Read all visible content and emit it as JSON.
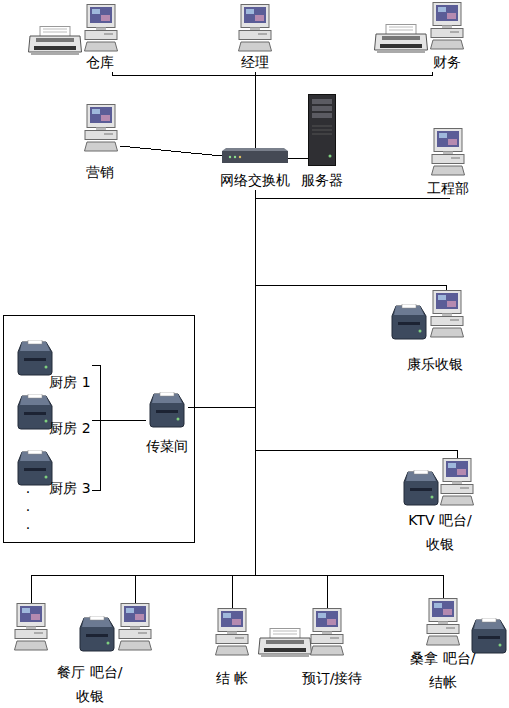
{
  "diagram": {
    "nodes": [
      {
        "text": [
          "仓库"
        ]
      },
      {
        "text": [
          "经理"
        ]
      },
      {
        "text": [
          "财务"
        ]
      },
      {
        "text": [
          "营销"
        ]
      },
      {
        "text": [
          "网络交换机"
        ]
      },
      {
        "text": [
          "服务器"
        ]
      },
      {
        "text": [
          "工程部"
        ]
      },
      {
        "text": [
          "康乐收银"
        ]
      },
      {
        "text": []
      },
      {
        "text": [
          "厨房 1"
        ],
        "in": 8
      },
      {
        "text": [
          "厨房 2"
        ],
        "in": 8
      },
      {
        "text": [
          "厨房 3"
        ],
        "in": 8
      },
      {
        "text": [
          "传菜间"
        ],
        "in": 8
      },
      {
        "text": [
          "KTV 吧台/收银"
        ]
      },
      {
        "text": [
          "餐厅 吧台/收银"
        ]
      },
      {
        "text": [
          "结 帐"
        ]
      },
      {
        "text": [
          "预订/接待"
        ]
      },
      {
        "text": [
          "桑拿 吧台/结帐"
        ]
      }
    ],
    "edges": [
      {
        "from": 0,
        "to": 4,
        "arrow": "none"
      },
      {
        "from": 1,
        "to": 4,
        "arrow": "none"
      },
      {
        "from": 2,
        "to": 4,
        "arrow": "none"
      },
      {
        "from": 3,
        "to": 4,
        "arrow": "none"
      },
      {
        "from": 4,
        "to": 5,
        "arrow": "none"
      },
      {
        "from": 4,
        "to": 6,
        "arrow": "none"
      },
      {
        "from": 4,
        "to": 7,
        "arrow": "none"
      },
      {
        "from": 9,
        "to": 12,
        "arrow": "none"
      },
      {
        "from": 10,
        "to": 12,
        "arrow": "none"
      },
      {
        "from": 11,
        "to": 12,
        "arrow": "none"
      },
      {
        "from": 4,
        "to": 12,
        "arrow": "none"
      },
      {
        "from": 4,
        "to": 13,
        "arrow": "none"
      },
      {
        "from": 4,
        "to": 14,
        "arrow": "none"
      },
      {
        "from": 4,
        "to": 15,
        "arrow": "none"
      },
      {
        "from": 4,
        "to": 16,
        "arrow": "none"
      },
      {
        "from": 4,
        "to": 17,
        "arrow": "none"
      }
    ],
    "labels": [
      "·",
      "·",
      "·"
    ]
  }
}
